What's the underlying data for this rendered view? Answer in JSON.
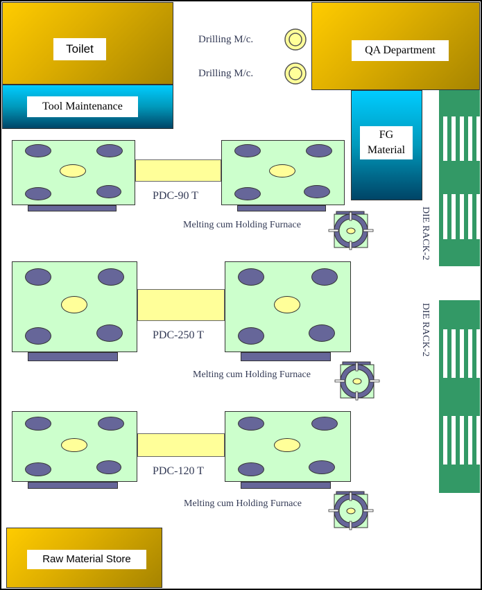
{
  "rooms": {
    "toilet": "Toilet",
    "tool_maintenance": "Tool Maintenance",
    "qa_department": "QA Department",
    "fg_material_line1": "FG",
    "fg_material_line2": "Material",
    "raw_material_store": "Raw Material Store"
  },
  "drilling": [
    "Drilling M/c.",
    "Drilling M/c."
  ],
  "machines": [
    {
      "label": "PDC-90 T",
      "furnace": "Melting cum Holding Furnace"
    },
    {
      "label": "PDC-250 T",
      "furnace": "Melting cum Holding Furnace"
    },
    {
      "label": "PDC-120 T",
      "furnace": "Melting cum Holding Furnace"
    }
  ],
  "racks": [
    "DIE RACK-2",
    "DIE RACK-2"
  ],
  "colors": {
    "room_gold": "#ffcc00",
    "room_cyan": "#00ccff",
    "machine_bed": "#ccffcc",
    "cylinder": "#666699",
    "core": "#ffff99",
    "rack": "#339966"
  }
}
